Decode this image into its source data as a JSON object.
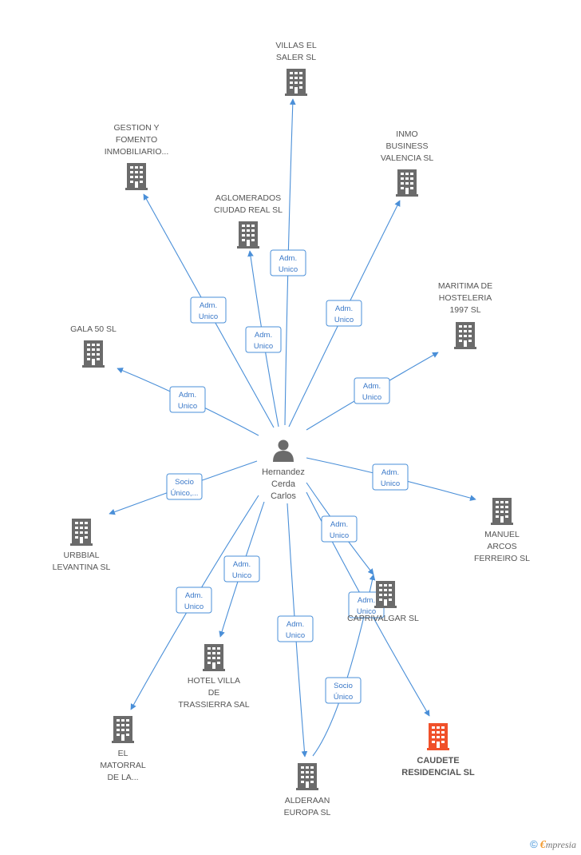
{
  "center": {
    "id": "person",
    "label_lines": [
      "Hernandez",
      "Cerda",
      "Carlos"
    ],
    "icon": "person-icon"
  },
  "colors": {
    "edge": "#4a8fd8",
    "building": "#6b6b6b",
    "highlight_building": "#f0502a",
    "label": "#555555"
  },
  "nodes": [
    {
      "id": "villas",
      "lines": [
        "VILLAS EL",
        "SALER SL"
      ],
      "icon": "building-icon"
    },
    {
      "id": "gestion",
      "lines": [
        "GESTION Y",
        "FOMENTO",
        "INMOBILIARIO..."
      ],
      "icon": "building-icon"
    },
    {
      "id": "inmo",
      "lines": [
        "INMO",
        "BUSINESS",
        "VALENCIA SL"
      ],
      "icon": "building-icon"
    },
    {
      "id": "aglomerados",
      "lines": [
        "AGLOMERADOS",
        "CIUDAD REAL SL"
      ],
      "icon": "building-icon"
    },
    {
      "id": "maritima",
      "lines": [
        "MARITIMA DE",
        "HOSTELERIA",
        "1997 SL"
      ],
      "icon": "building-icon"
    },
    {
      "id": "gala",
      "lines": [
        "GALA 50 SL"
      ],
      "icon": "building-icon"
    },
    {
      "id": "urbbial",
      "lines": [
        "URBBIAL",
        "LEVANTINA SL"
      ],
      "icon": "building-icon"
    },
    {
      "id": "manuel",
      "lines": [
        "MANUEL",
        "ARCOS",
        "FERREIRO SL"
      ],
      "icon": "building-icon"
    },
    {
      "id": "caprivalgar",
      "lines": [
        "CAPRIVALGAR SL"
      ],
      "icon": "building-icon"
    },
    {
      "id": "hotel",
      "lines": [
        "HOTEL VILLA",
        "DE",
        "TRASSIERRA SAL"
      ],
      "icon": "building-icon"
    },
    {
      "id": "matorral",
      "lines": [
        "EL",
        "MATORRAL",
        "DE LA..."
      ],
      "icon": "building-icon"
    },
    {
      "id": "alderaan",
      "lines": [
        "ALDERAAN",
        "EUROPA SL"
      ],
      "icon": "building-icon"
    },
    {
      "id": "caudete",
      "lines": [
        "CAUDETE",
        "RESIDENCIAL SL"
      ],
      "icon": "building-icon",
      "highlight": true
    }
  ],
  "edges": [
    {
      "to": "villas",
      "badge": [
        "Adm.",
        "Unico"
      ]
    },
    {
      "to": "gestion",
      "badge": [
        "Adm.",
        "Unico"
      ]
    },
    {
      "to": "aglomerados",
      "badge": [
        "Adm.",
        "Unico"
      ]
    },
    {
      "to": "inmo",
      "badge": [
        "Adm.",
        "Unico"
      ]
    },
    {
      "to": "maritima",
      "badge": [
        "Adm.",
        "Unico"
      ]
    },
    {
      "to": "gala",
      "badge": [
        "Adm.",
        "Unico"
      ]
    },
    {
      "to": "urbbial",
      "badge": [
        "Socio",
        "Único,..."
      ]
    },
    {
      "to": "manuel",
      "badge": [
        "Adm.",
        "Unico"
      ]
    },
    {
      "to": "caprivalgar",
      "badge": [
        "Adm.",
        "Unico"
      ]
    },
    {
      "to": "caudete",
      "badge": [
        "Adm.",
        "Unico"
      ]
    },
    {
      "to": "hotel",
      "badge": [
        "Adm.",
        "Unico"
      ]
    },
    {
      "to": "matorral",
      "badge": [
        "Adm.",
        "Unico"
      ]
    },
    {
      "to": "alderaan",
      "badge": [
        "Adm.",
        "Unico"
      ]
    },
    {
      "from": "alderaan",
      "to": "caprivalgar",
      "badge": [
        "Socio",
        "Único"
      ]
    }
  ],
  "footer": {
    "copyright": "©",
    "brand_e": "€",
    "brand_rest": "mpresia"
  }
}
